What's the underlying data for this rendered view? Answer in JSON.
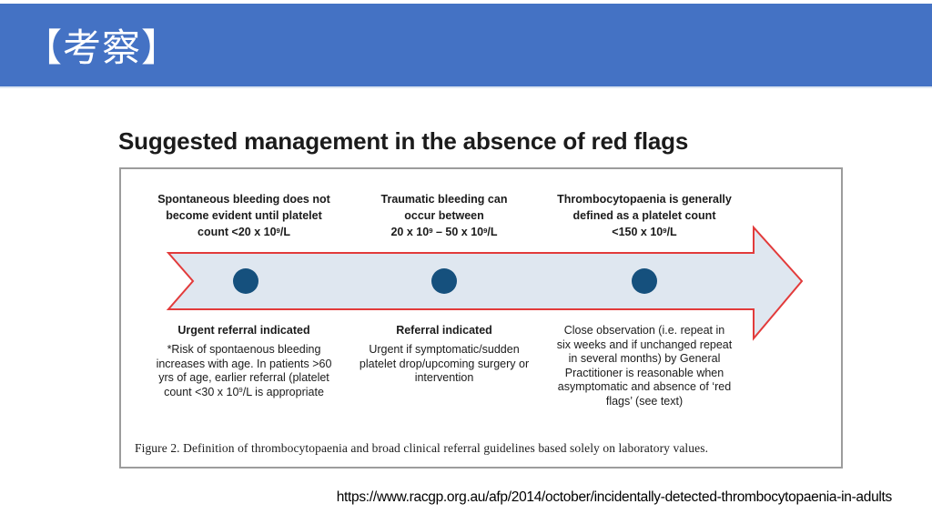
{
  "header": {
    "title": "【考察】"
  },
  "figure": {
    "title": "Suggested management in the absence of red flags",
    "columns": [
      {
        "top_lines": [
          "Spontaneous bleeding does not",
          "become evident until platelet",
          "count <20 x 10^9/L"
        ],
        "heading": "Urgent referral indicated",
        "body_lines": [
          "*Risk of spontaenous bleeding",
          "increases with age. In patients >60",
          "yrs of age, earlier referral (platelet",
          "count <30 x 10^9/L is appropriate"
        ]
      },
      {
        "top_lines": [
          "Traumatic bleeding can",
          "occur between",
          "20 x 10^9 – 50 x 10^9/L"
        ],
        "heading": "Referral indicated",
        "body_lines": [
          "Urgent if symptomatic/sudden",
          "platelet drop/upcoming surgery or",
          "intervention"
        ]
      },
      {
        "top_lines": [
          "Thrombocytopaenia is generally",
          "defined as a platelet count",
          "<150 x 10^9/L"
        ],
        "body_lines": [
          "Close observation (i.e. repeat in",
          "six weeks and if unchanged repeat",
          "in several months) by General",
          "Practitioner is reasonable when",
          "asymptomatic and absence of ‘red",
          "flags’ (see text)"
        ]
      }
    ],
    "caption": "Figure 2. Definition of thrombocytopaenia and broad clinical referral guidelines based solely on laboratory values.",
    "dot_count": 3
  },
  "source_url": "https://www.racgp.org.au/afp/2014/october/incidentally-detected-thrombocytopaenia-in-adults",
  "colors": {
    "header_bg": "#4472c4",
    "header_text": "#ffffff",
    "arrow_fill": "#dfe7f0",
    "arrow_stroke": "#e23b3b",
    "dot_fill": "#15507d",
    "box_border": "#9c9c9c",
    "text": "#1b1b1b"
  }
}
